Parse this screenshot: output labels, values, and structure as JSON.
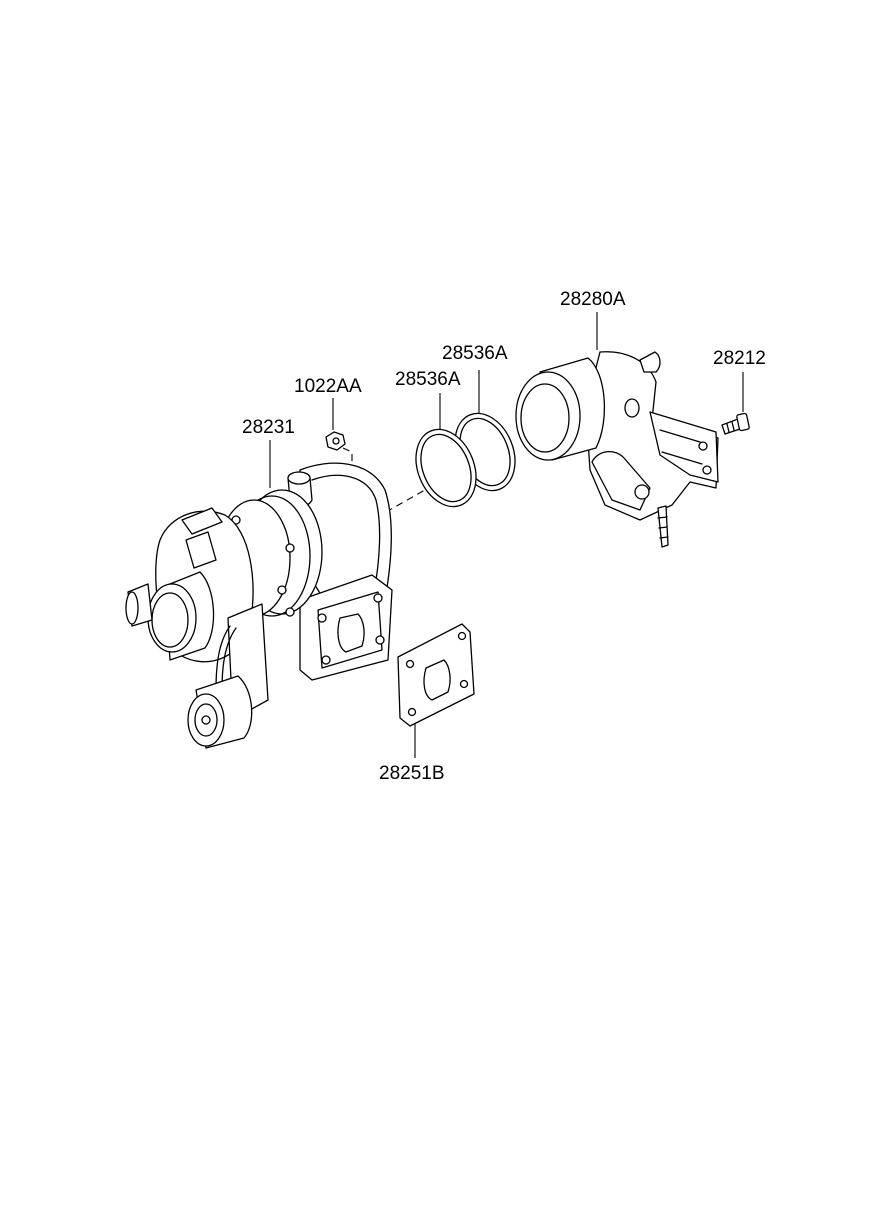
{
  "labels": {
    "outlet_elbow": "28280A",
    "seal_ring_outer": "28536A",
    "seal_ring_inner": "28536A",
    "bolt": "28212",
    "nut": "1022AA",
    "turbocharger": "28231",
    "gasket": "28251B"
  }
}
